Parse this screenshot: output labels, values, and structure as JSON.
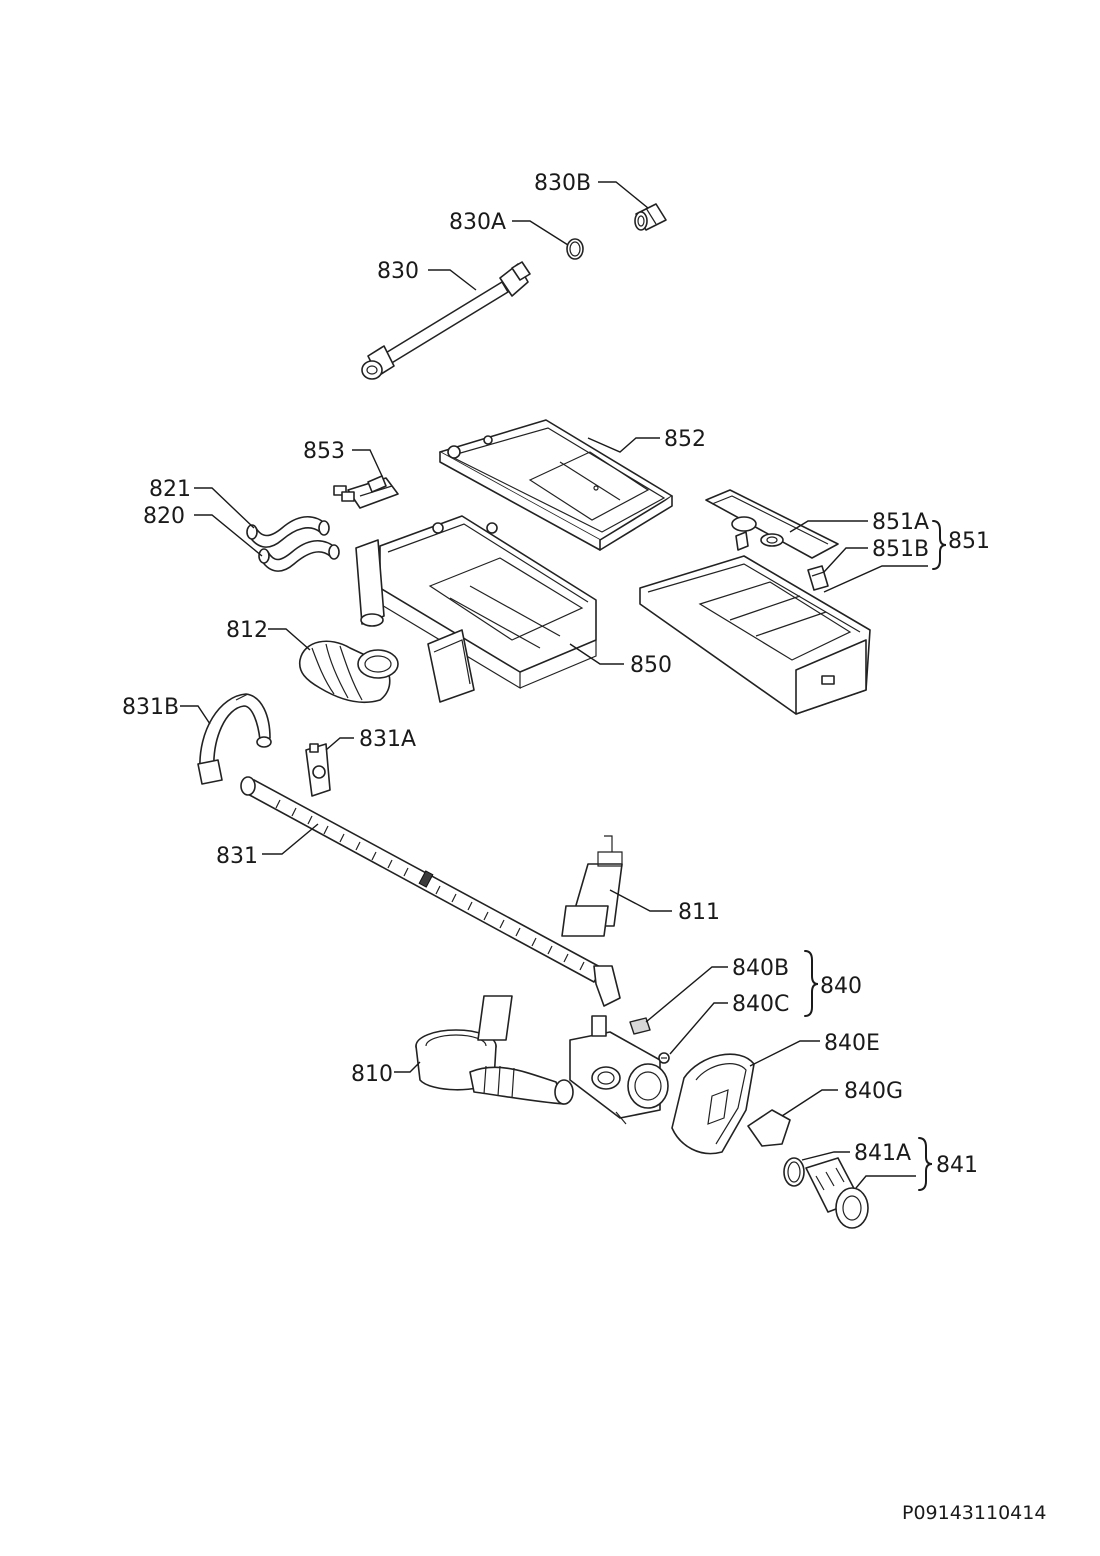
{
  "labels": {
    "p830B": "830B",
    "p830A": "830A",
    "p830": "830",
    "p853": "853",
    "p852": "852",
    "p821": "821",
    "p820": "820",
    "p851A": "851A",
    "p851B": "851B",
    "p851": "851",
    "p812": "812",
    "p850": "850",
    "p831B": "831B",
    "p831A": "831A",
    "p831": "831",
    "p811": "811",
    "p840B": "840B",
    "p840": "840",
    "p840C": "840C",
    "p840E": "840E",
    "p810": "810",
    "p840G": "840G",
    "p841A": "841A",
    "p841": "841"
  },
  "document_id": "P09143110414"
}
